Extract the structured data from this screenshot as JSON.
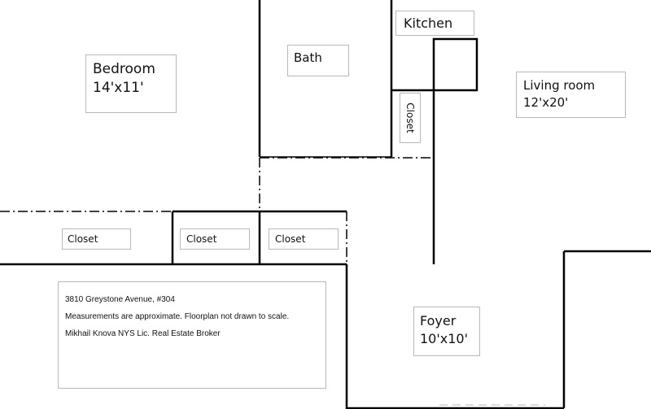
{
  "rooms": {
    "bedroom": {
      "name": "Bedroom",
      "size": "14'x11'"
    },
    "bath": {
      "name": "Bath"
    },
    "kitchen": {
      "name": "Kitchen"
    },
    "living_room": {
      "name": "Living room",
      "size": "12'x20'"
    },
    "closet_vertical": {
      "name": "Closet"
    },
    "closet_1": {
      "name": "Closet"
    },
    "closet_2": {
      "name": "Closet"
    },
    "closet_3": {
      "name": "Closet"
    },
    "foyer": {
      "name": "Foyer",
      "size": "10'x10'"
    }
  },
  "info": {
    "address": "3810 Greystone Avenue, #304",
    "disclaimer_1": "Measurements are approximate.",
    "disclaimer_2": "Floorplan not drawn to scale.",
    "broker_name": "Mikhail Knova",
    "broker_title": "NYS Lic. Real Estate Broker"
  }
}
